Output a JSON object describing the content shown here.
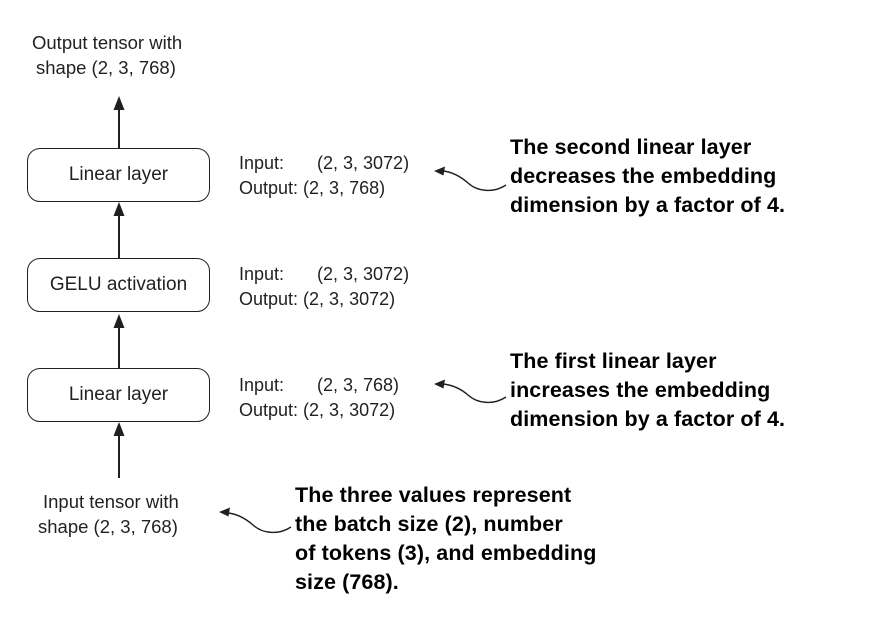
{
  "output_label": [
    "Output tensor with",
    "shape (2, 3, 768)"
  ],
  "input_label": [
    "Input tensor with",
    "shape (2, 3, 768)"
  ],
  "layers": [
    {
      "name": "Linear layer",
      "input_label": "Input:",
      "input_value": "(2, 3, 3072)",
      "output_label": "Output:",
      "output_value": "(2, 3, 768)"
    },
    {
      "name": "GELU activation",
      "input_label": "Input:",
      "input_value": "(2, 3, 3072)",
      "output_label": "Output:",
      "output_value": "(2, 3, 3072)"
    },
    {
      "name": "Linear layer",
      "input_label": "Input:",
      "input_value": "(2, 3, 768)",
      "output_label": "Output:",
      "output_value": "(2, 3, 3072)"
    }
  ],
  "annotations": {
    "second_linear": [
      "The second linear layer",
      "decreases the embedding",
      "dimension by a factor of 4."
    ],
    "first_linear": [
      "The first linear layer",
      "increases the embedding",
      "dimension by a factor of 4."
    ],
    "input_shape": [
      "The three values represent",
      "the batch size (2), number",
      "of tokens (3), and embedding",
      "size (768)."
    ]
  }
}
